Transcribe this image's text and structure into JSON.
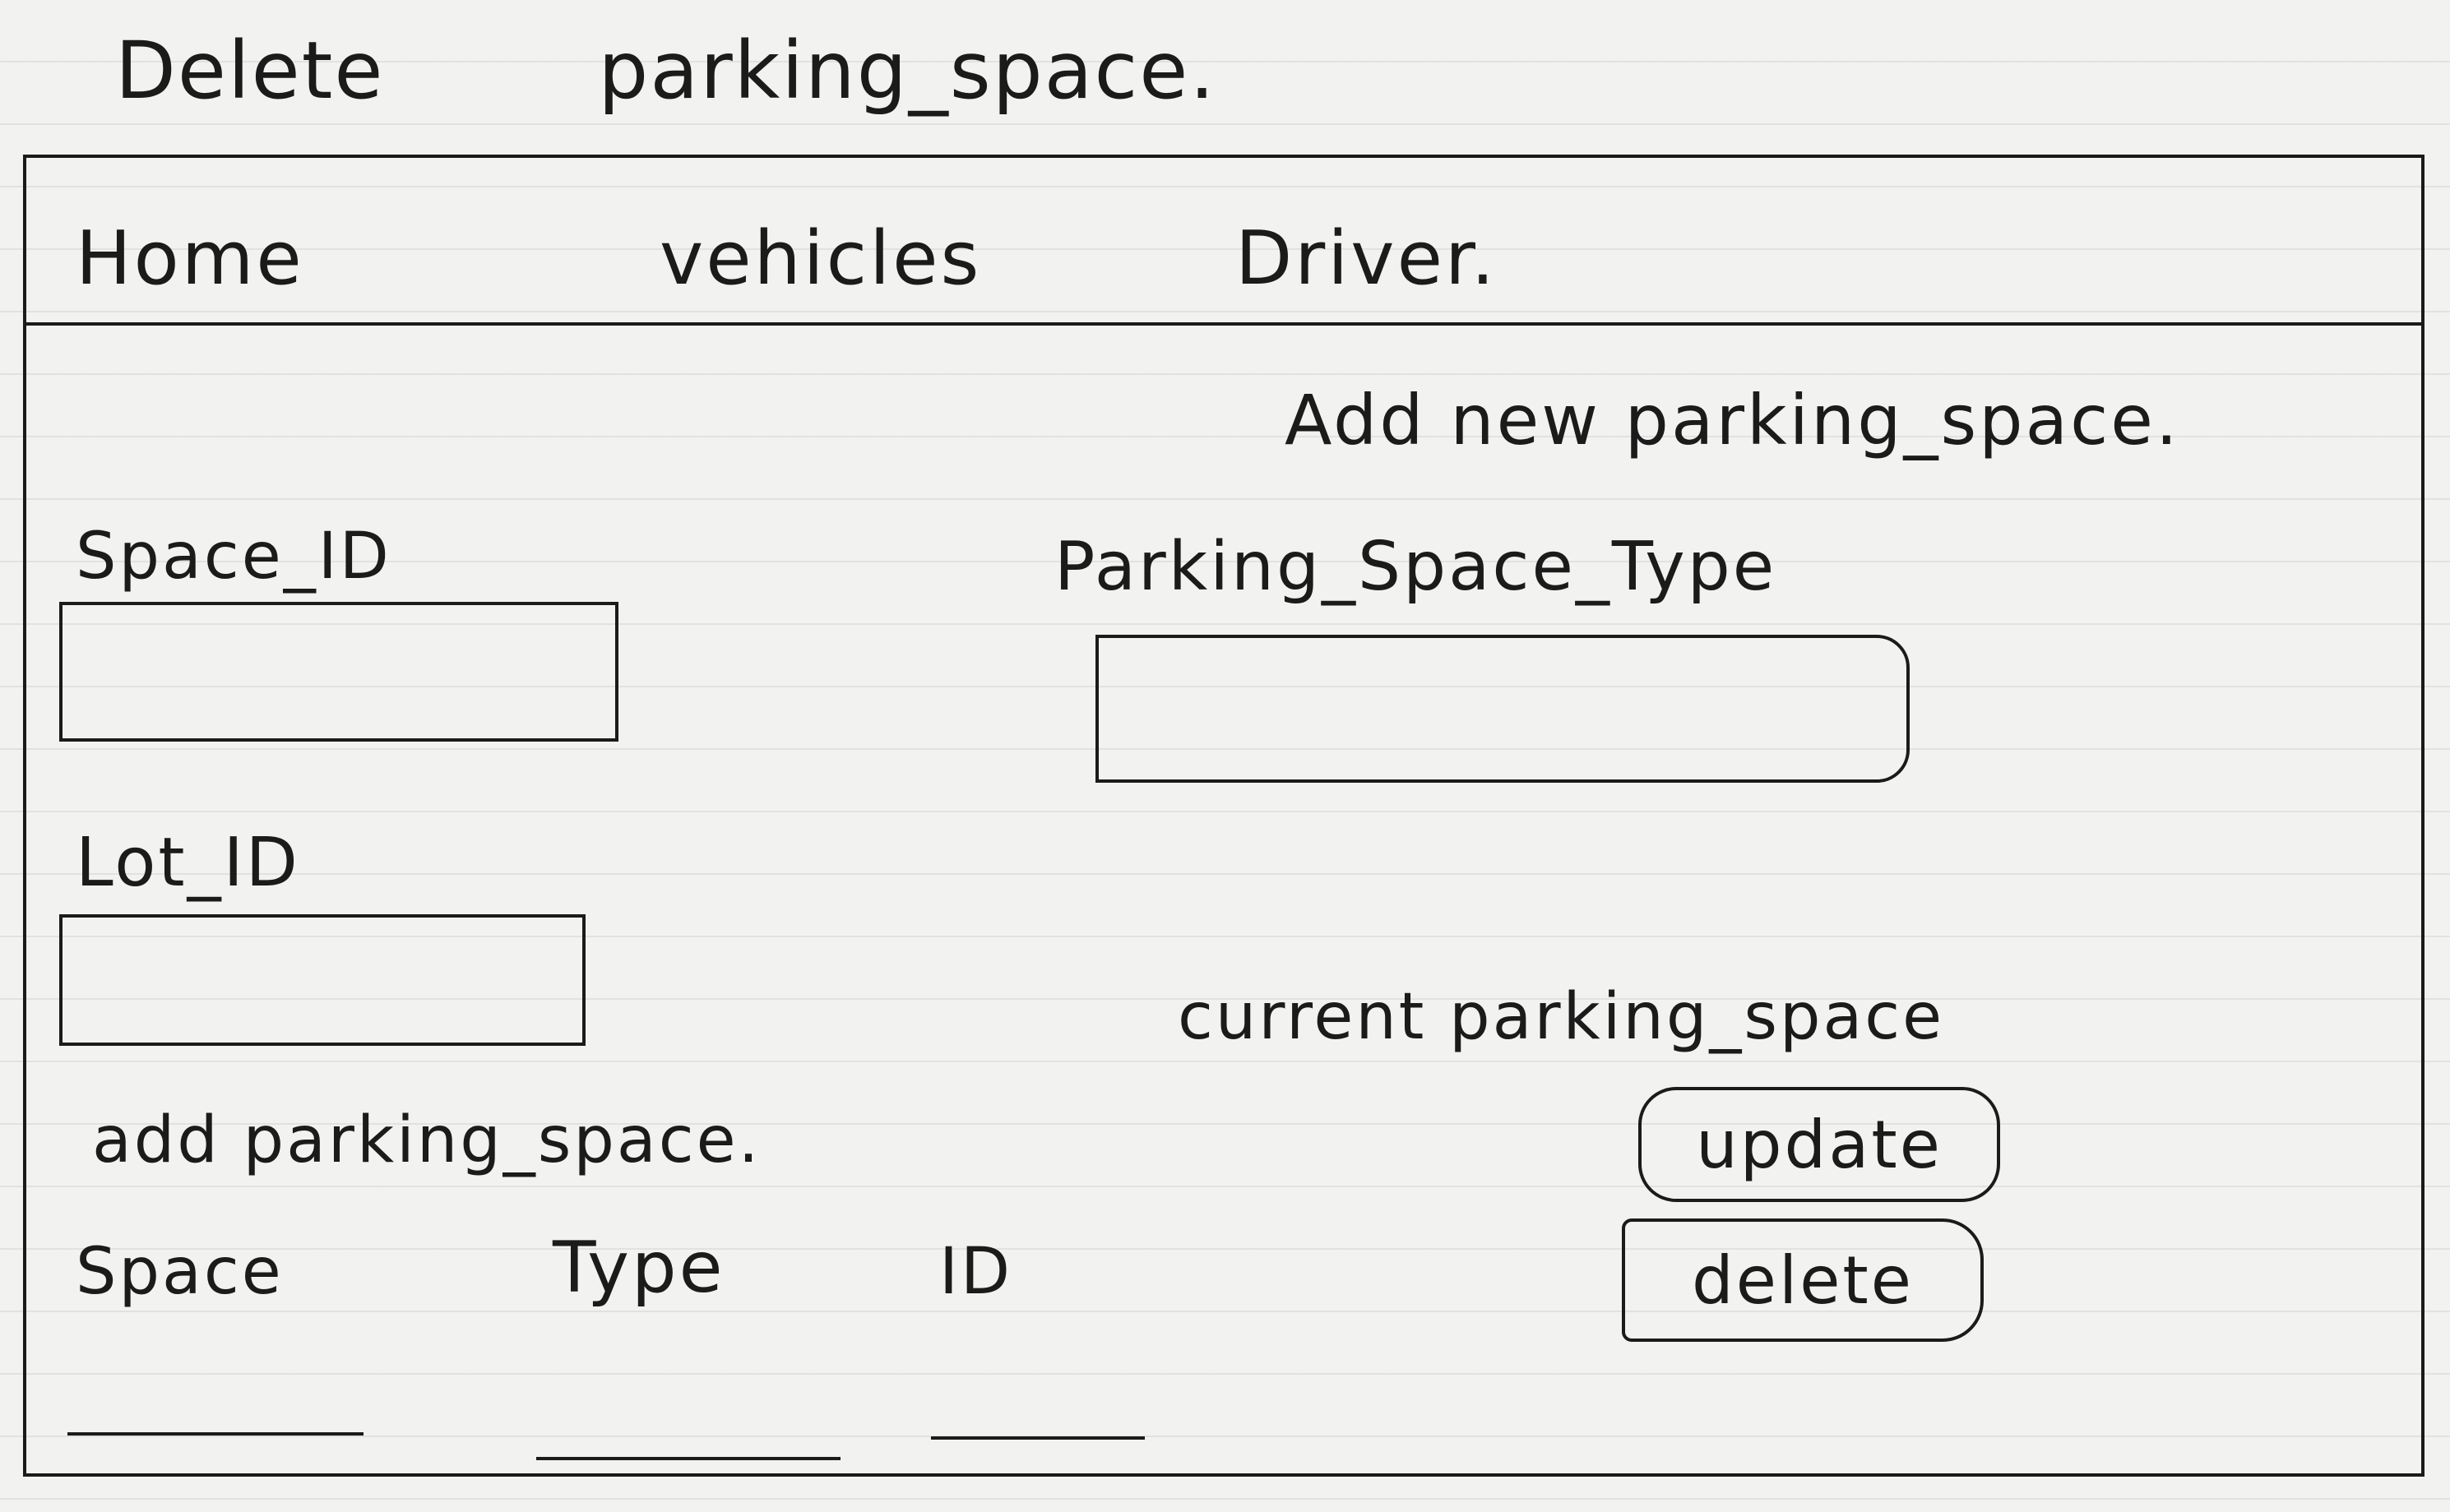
{
  "page": {
    "title_left": "Delete",
    "title_right": "parking_space."
  },
  "nav": {
    "items": [
      "Home",
      "vehicles",
      "Driver."
    ]
  },
  "form": {
    "heading": "Add new parking_space.",
    "space_id_label": "Space_ID",
    "parking_space_type_label": "Parking_Space_Type",
    "lot_id_label": "Lot_ID"
  },
  "current": {
    "heading": "current parking_space",
    "update_label": "update",
    "delete_label": "delete"
  },
  "table": {
    "heading": "add parking_space.",
    "columns": [
      "Space",
      "Type",
      "ID"
    ]
  }
}
